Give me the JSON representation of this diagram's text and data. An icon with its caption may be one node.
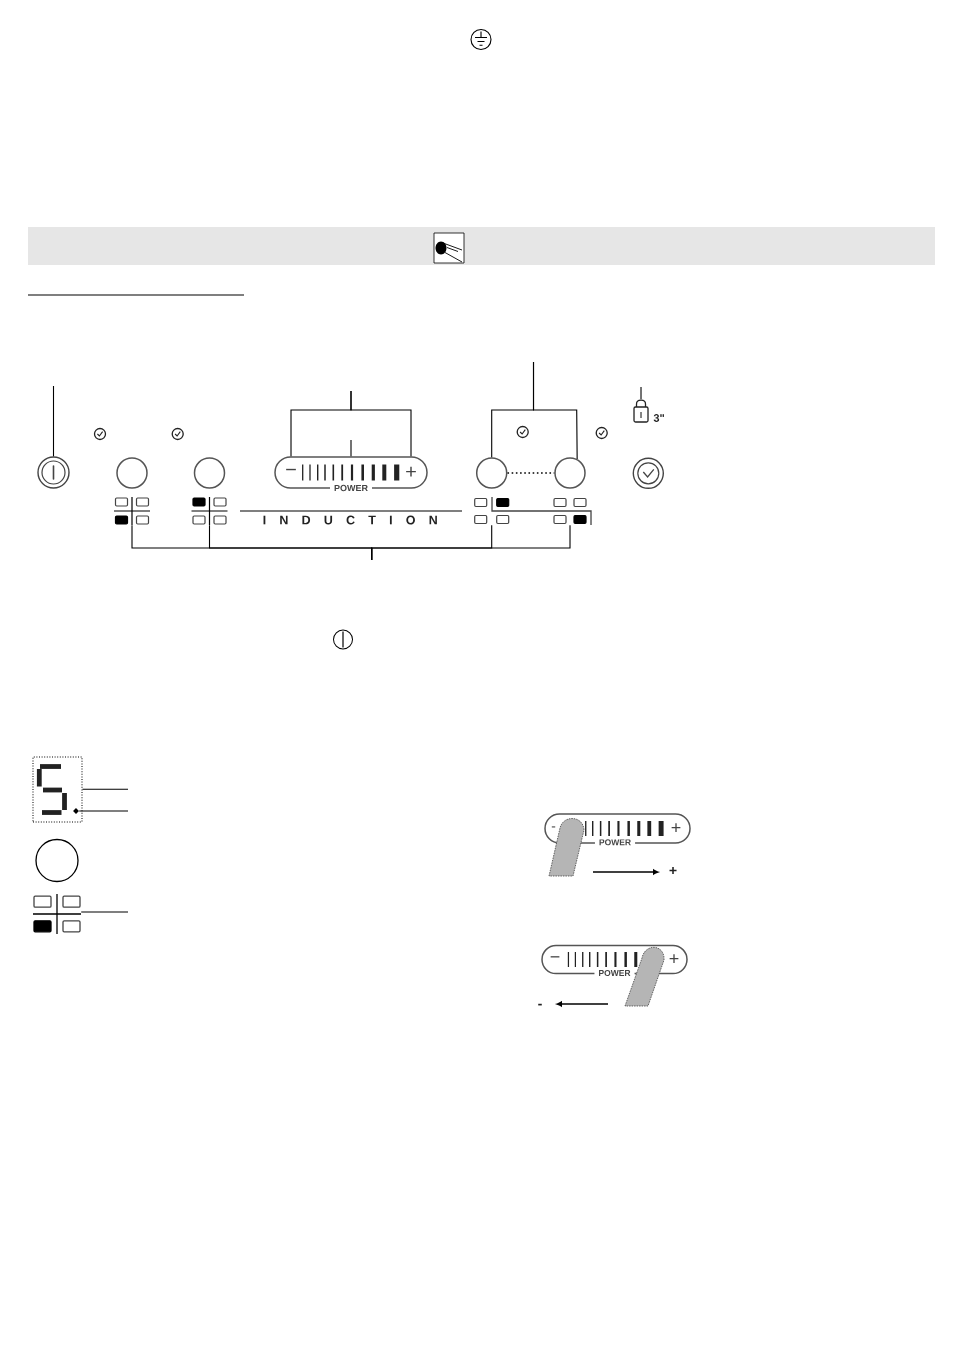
{
  "diagram": {
    "nodes": [
      {
        "text": [],
        "shape": "circle"
      },
      {
        "text": [
          "POWER"
        ]
      },
      {
        "text": [
          "−"
        ],
        "in": 1
      },
      {
        "text": [
          "+"
        ],
        "in": 1
      },
      {
        "text": [],
        "shape": "circle"
      },
      {
        "text": [],
        "shape": "circle"
      },
      {
        "text": [],
        "shape": "circle"
      },
      {
        "text": [],
        "shape": "circle"
      },
      {
        "text": [],
        "shape": "circle"
      },
      {
        "text": [],
        "shape": "picture",
        "beside": [
          "3\""
        ]
      },
      {
        "text": [],
        "shape": "picture"
      },
      {
        "text": [],
        "shape": "picture"
      },
      {
        "text": [],
        "shape": "picture"
      },
      {
        "text": [],
        "shape": "picture"
      },
      {
        "text": [],
        "shape": "box"
      },
      {
        "text": [],
        "shape": "diamond",
        "in": 14
      },
      {
        "text": [],
        "shape": "circle"
      },
      {
        "text": [],
        "shape": "picture"
      },
      {
        "text": [
          "-",
          "+",
          "POWER"
        ]
      },
      {
        "text": [
          "−",
          "+",
          "POWER"
        ]
      }
    ],
    "edges": [
      {
        "from": null,
        "to": 0,
        "arrow": "none"
      },
      {
        "from": null,
        "to": 2,
        "arrow": "none"
      },
      {
        "from": null,
        "to": 3,
        "arrow": "none"
      },
      {
        "from": null,
        "to": 1,
        "arrow": "none"
      },
      {
        "from": null,
        "to": 6,
        "arrow": "none"
      },
      {
        "from": null,
        "to": 7,
        "arrow": "none"
      },
      {
        "from": null,
        "to": 9,
        "arrow": "none"
      },
      {
        "from": 6,
        "to": 7,
        "arrow": "none",
        "style": "dashed"
      },
      {
        "from": null,
        "to": 10,
        "arrow": "none"
      },
      {
        "from": null,
        "to": 11,
        "arrow": "none"
      },
      {
        "from": null,
        "to": 12,
        "arrow": "none"
      },
      {
        "from": null,
        "to": 13,
        "arrow": "none"
      },
      {
        "from": null,
        "to": 14,
        "arrow": "none"
      },
      {
        "from": null,
        "to": 15,
        "arrow": "none"
      },
      {
        "from": null,
        "to": 17,
        "arrow": "none"
      }
    ],
    "labels": [
      "I N D U C T I O N",
      "+",
      "-"
    ]
  }
}
